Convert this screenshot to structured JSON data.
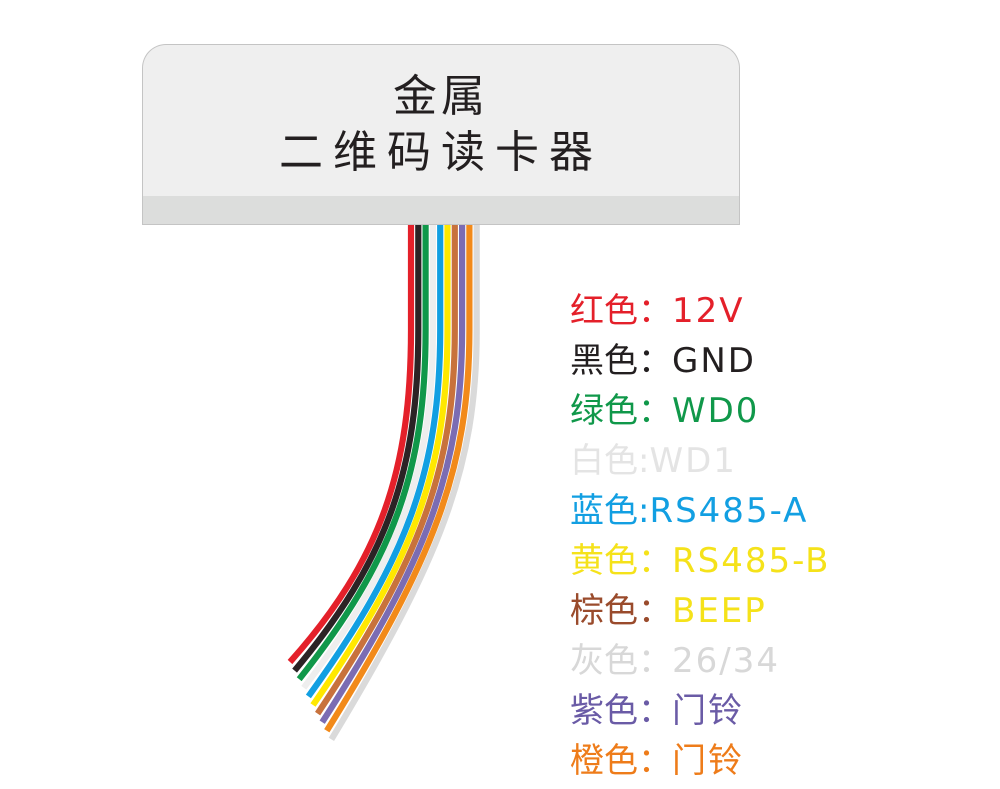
{
  "reader": {
    "title_line1": "金属",
    "title_line2": "二维码读卡器",
    "body_color": "#efefef",
    "strip_color": "#dcdddc"
  },
  "wires": [
    {
      "name": "red",
      "color": "#e4202a"
    },
    {
      "name": "black",
      "color": "#2b2325"
    },
    {
      "name": "green",
      "color": "#10984a"
    },
    {
      "name": "white",
      "color": "#eeeeee"
    },
    {
      "name": "blue",
      "color": "#129fe2"
    },
    {
      "name": "yellow",
      "color": "#ffe800"
    },
    {
      "name": "brown",
      "color": "#c8723c"
    },
    {
      "name": "purple",
      "color": "#7b6cb3"
    },
    {
      "name": "orange",
      "color": "#f28a1a"
    },
    {
      "name": "gray",
      "color": "#dadada"
    }
  ],
  "legend": [
    {
      "label": "红色：",
      "value": "12V",
      "label_color": "#e4202a",
      "value_color": "#e4202a"
    },
    {
      "label": "黑色：",
      "value": "GND",
      "label_color": "#231f20",
      "value_color": "#231f20"
    },
    {
      "label": "绿色：",
      "value": "WD0",
      "label_color": "#10984a",
      "value_color": "#10984a"
    },
    {
      "label": "白色:",
      "value": "WD1",
      "label_color": "#e4e4e4",
      "value_color": "#e4e4e4"
    },
    {
      "label": "蓝色:",
      "value": "RS485-A",
      "label_color": "#129fe2",
      "value_color": "#129fe2"
    },
    {
      "label": "黄色：",
      "value": "RS485-B",
      "label_color": "#f5e21a",
      "value_color": "#f5e21a"
    },
    {
      "label": "棕色：",
      "value": "BEEP",
      "label_color": "#9a4b2c",
      "value_color": "#f5e21a"
    },
    {
      "label": "灰色：",
      "value": "26/34",
      "label_color": "#d8d8d8",
      "value_color": "#d8d8d8"
    },
    {
      "label": "紫色：",
      "value": "门铃",
      "label_color": "#6a5ba6",
      "value_color": "#6a5ba6"
    },
    {
      "label": "橙色：",
      "value": "门铃",
      "label_color": "#ee7c1a",
      "value_color": "#ee7c1a"
    }
  ]
}
